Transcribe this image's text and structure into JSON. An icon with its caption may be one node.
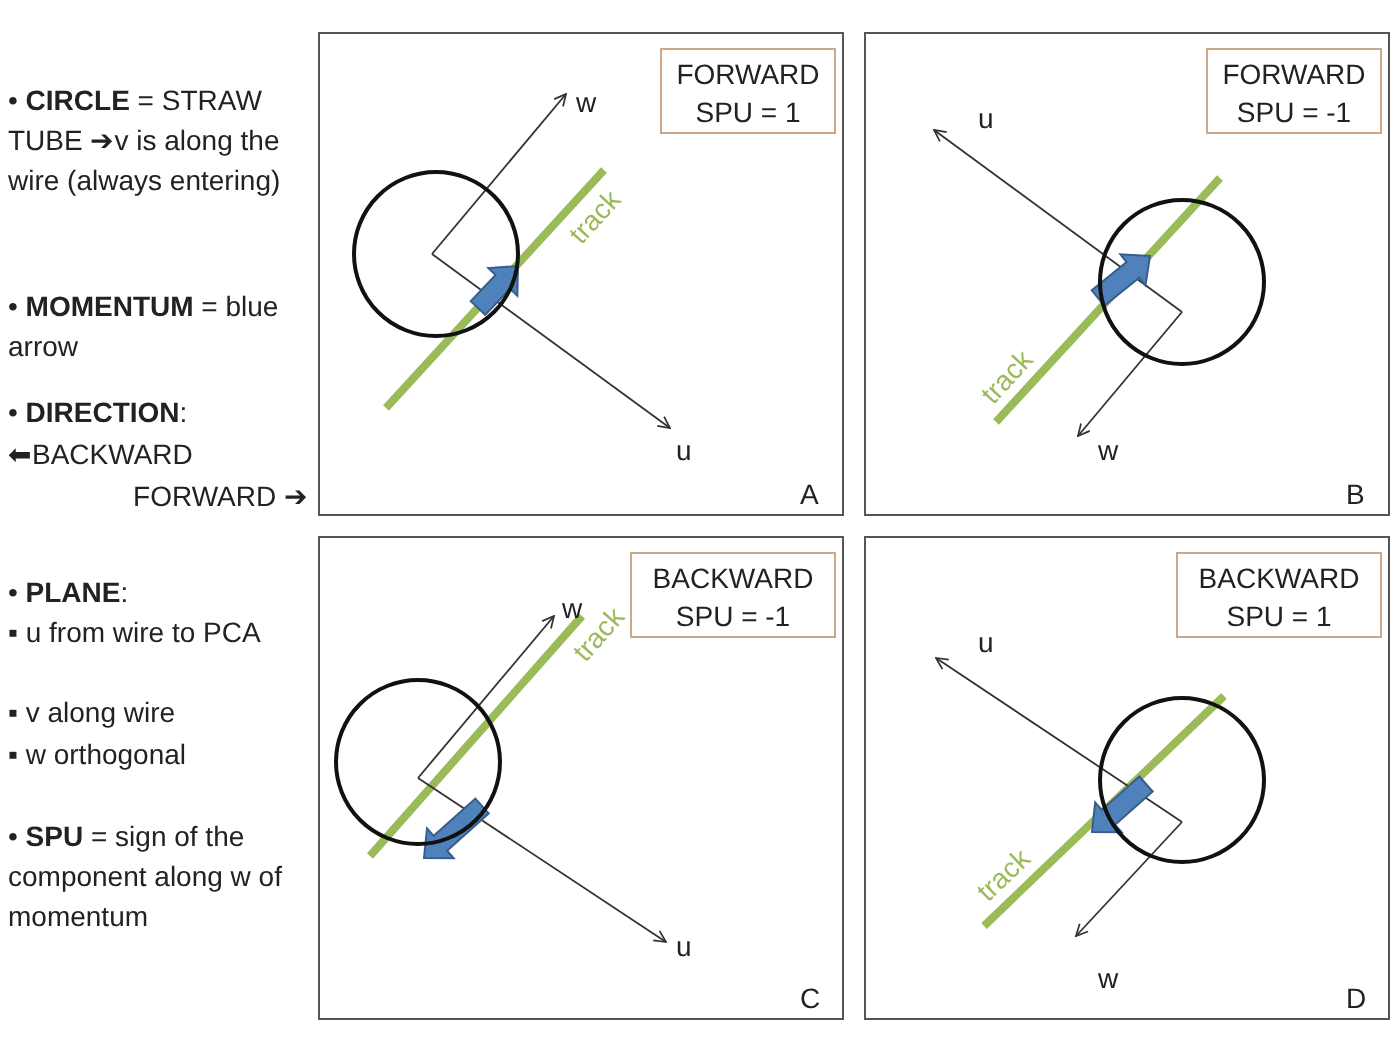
{
  "diagram": {
    "nodes": [
      {
        "text": [
          "w",
          "track",
          "u",
          "A"
        ]
      },
      {
        "text": [
          "FORWARD",
          "SPU = 1"
        ],
        "in": 0
      },
      {
        "text": [],
        "shape": "circle",
        "in": 0
      },
      {
        "text": [
          "u",
          "track",
          "w",
          "B"
        ]
      },
      {
        "text": [
          "FORWARD",
          "SPU = -1"
        ],
        "in": 3
      },
      {
        "text": [],
        "shape": "circle",
        "in": 3
      },
      {
        "text": [
          "w",
          "track",
          "u",
          "C"
        ]
      },
      {
        "text": [
          "BACKWARD",
          "SPU = -1"
        ],
        "in": 6
      },
      {
        "text": [],
        "shape": "circle",
        "in": 6
      },
      {
        "text": [
          "u",
          "track",
          "w",
          "D"
        ]
      },
      {
        "text": [
          "BACKWARD",
          "SPU = 1"
        ],
        "in": 9
      },
      {
        "text": [],
        "shape": "circle",
        "in": 9
      }
    ],
    "edges": [],
    "labels": [
      "• **CIRCLE** = STRAW TUBE ➔v is along the wire (always entering)",
      "• **MOMENTUM** = blue arrow",
      "• **DIRECTION**:",
      "⬅BACKWARD",
      "FORWARD ➔",
      "• **PLANE**:",
      "▪ u from wire to PCA",
      "▪ v along wire",
      "▪ w orthogonal",
      "• **SPU** = sign of the component along w of momentum"
    ]
  }
}
